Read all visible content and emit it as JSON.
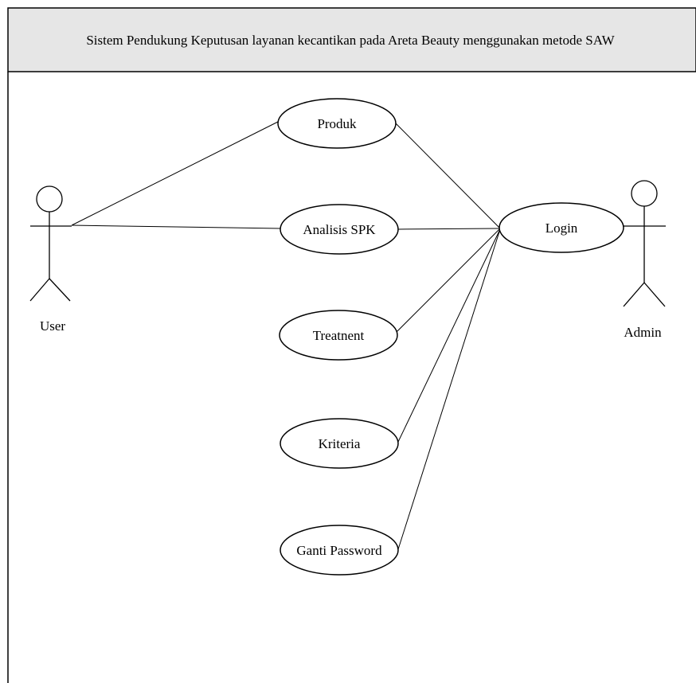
{
  "system": {
    "title": "Sistem Pendukung Keputusan layanan kecantikan pada Areta Beauty menggunakan metode SAW"
  },
  "actors": {
    "user": "User",
    "admin": "Admin"
  },
  "use_cases": {
    "produk": "Produk",
    "analisis_spk": "Analisis SPK",
    "treatnent": "Treatnent",
    "kriteria": "Kriteria",
    "ganti_password": "Ganti Password",
    "login": "Login"
  },
  "colors": {
    "title_bar": "#e6e6e6",
    "stroke": "#000000"
  }
}
